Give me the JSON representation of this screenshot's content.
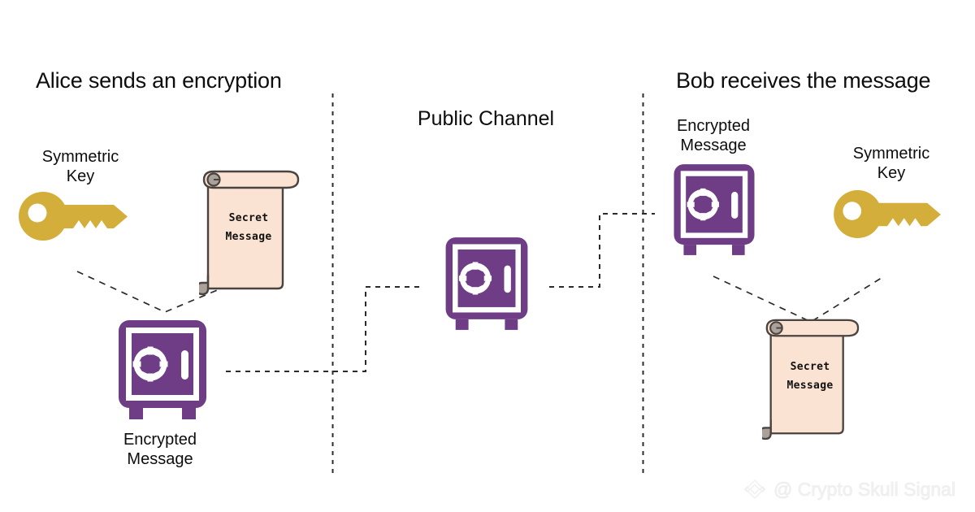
{
  "diagram": {
    "title_left": "Alice sends an encryption",
    "title_right": "Bob receives the message",
    "channel_label": "Public Channel"
  },
  "alice": {
    "key_label": "Symmetric\nKey",
    "scroll_text": "Secret\nMessage",
    "safe_label": "Encrypted\nMessage"
  },
  "bob": {
    "safe_label": "Encrypted\nMessage",
    "key_label": "Symmetric\nKey",
    "scroll_text": "Secret\nMessage"
  },
  "watermark": {
    "handle": "@ Crypto Skull Signal",
    "icon": "diamond-logo-icon"
  },
  "colors": {
    "purple": "#6E3D85",
    "gold": "#D3AE3B",
    "parchment": "#FAE3D2",
    "parchment_stroke": "#4a4340",
    "curl_fill": "#A9A19A",
    "dash": "#2b2b2b",
    "text": "#0d0d0d",
    "background": "#ffffff",
    "watermark": "#f1f1f1"
  },
  "icons": {
    "safe": "safe-vault-icon",
    "key": "key-icon",
    "scroll": "scroll-document-icon"
  }
}
